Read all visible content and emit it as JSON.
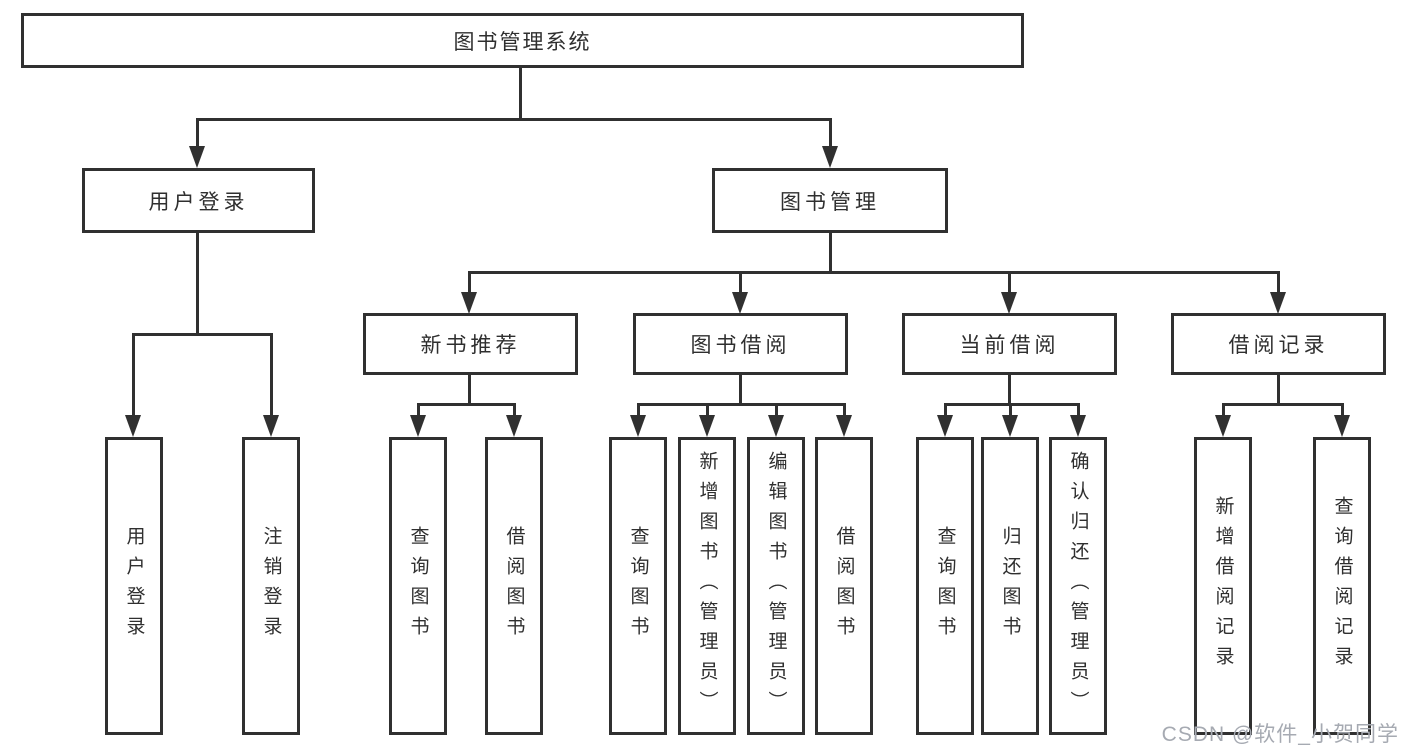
{
  "diagram": {
    "root": {
      "label": "图书管理系统"
    },
    "branches": [
      {
        "label": "用户登录",
        "children": [
          {
            "label": "用户登录"
          },
          {
            "label": "注销登录"
          }
        ]
      },
      {
        "label": "图书管理",
        "children": [
          {
            "label": "新书推荐",
            "children": [
              {
                "label": "查询图书"
              },
              {
                "label": "借阅图书"
              }
            ]
          },
          {
            "label": "图书借阅",
            "children": [
              {
                "label": "查询图书"
              },
              {
                "label": "新增图书（管理员）"
              },
              {
                "label": "编辑图书（管理员）"
              },
              {
                "label": "借阅图书"
              }
            ]
          },
          {
            "label": "当前借阅",
            "children": [
              {
                "label": "查询图书"
              },
              {
                "label": "归还图书"
              },
              {
                "label": "确认归还（管理员）"
              }
            ]
          },
          {
            "label": "借阅记录",
            "children": [
              {
                "label": "新增借阅记录"
              },
              {
                "label": "查询借阅记录"
              }
            ]
          }
        ]
      }
    ]
  },
  "watermark": {
    "text": "CSDN @软件_小贺同学"
  },
  "colors": {
    "line": "#303030",
    "text": "#2f2f2f",
    "watermark": "#a6aab2",
    "background": "#ffffff"
  }
}
